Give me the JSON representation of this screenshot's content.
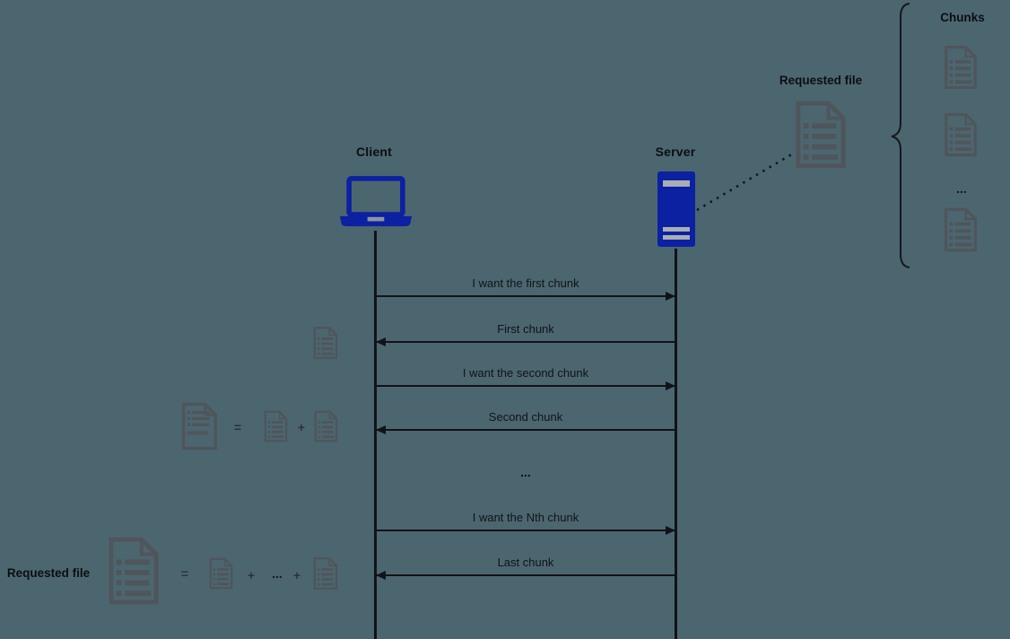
{
  "colors": {
    "background": "#4c6670",
    "accent_blue": "#0b21a1",
    "document_gray": "#4f555a",
    "line_black": "#101317"
  },
  "actors": {
    "client": {
      "label": "Client",
      "icon": "laptop-icon"
    },
    "server": {
      "label": "Server",
      "icon": "server-tower-icon"
    }
  },
  "server_file": {
    "label": "Requested file",
    "icon": "document-icon"
  },
  "chunks_panel": {
    "label": "Chunks",
    "ellipsis": "...",
    "icon": "document-icon"
  },
  "messages": [
    {
      "label": "I want the first chunk",
      "direction": "right"
    },
    {
      "label": "First chunk",
      "direction": "left"
    },
    {
      "label": "I want the second chunk",
      "direction": "right"
    },
    {
      "label": "Second chunk",
      "direction": "left"
    },
    {
      "label": "...",
      "direction": "none"
    },
    {
      "label": "I want the Nth chunk",
      "direction": "right"
    },
    {
      "label": "Last chunk",
      "direction": "left"
    }
  ],
  "assembly": {
    "after_second": {
      "equals": "=",
      "plus": "+"
    },
    "final": {
      "label": "Requested file",
      "equals": "=",
      "plus_1": "+",
      "ellipsis": "...",
      "plus_2": "+"
    }
  }
}
